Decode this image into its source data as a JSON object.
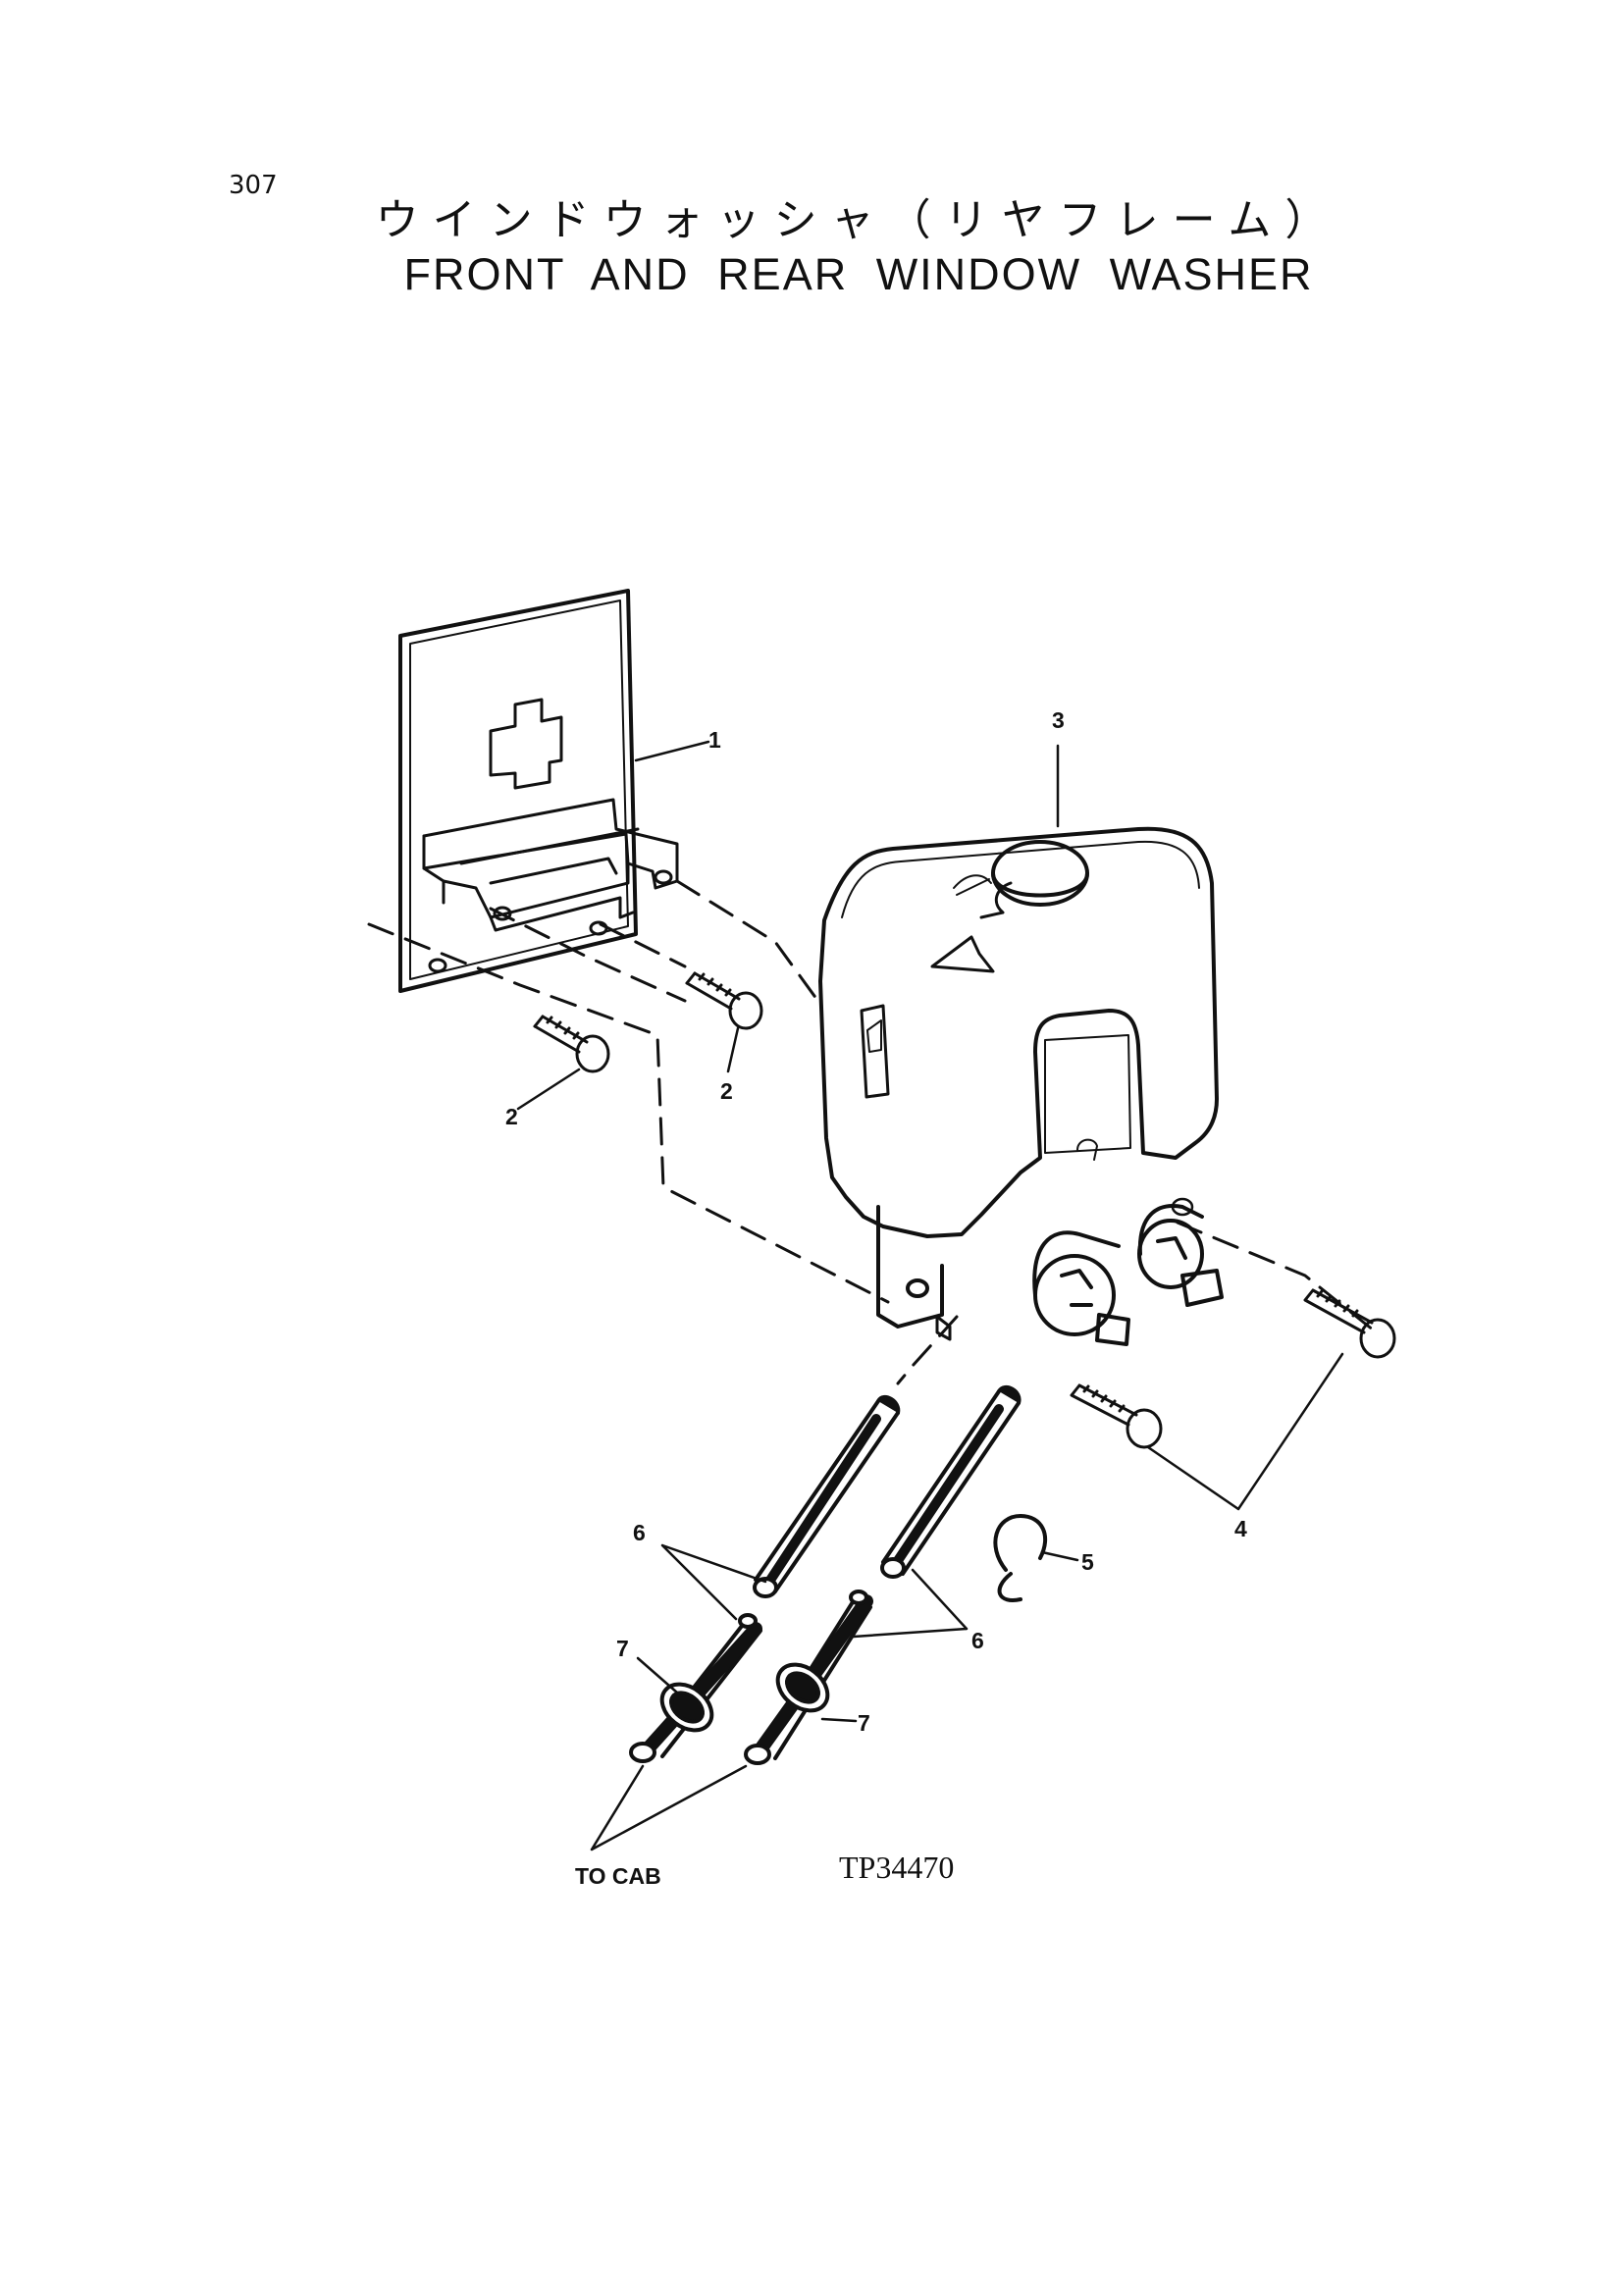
{
  "page": {
    "number": "307"
  },
  "title": {
    "japanese": "ウインドウォッシャ（リヤフレーム）",
    "english": "FRONT AND REAR WINDOW WASHER"
  },
  "callouts": {
    "bracket": "1",
    "bolt_a": "2",
    "bolt_b": "2",
    "tank": "3",
    "screws": "4",
    "clip": "5",
    "hose_left": "6",
    "hose_right": "6",
    "grommet_left": "7",
    "grommet_right": "7"
  },
  "to_cab": "TO CAB",
  "drawing_code": "TP34470"
}
